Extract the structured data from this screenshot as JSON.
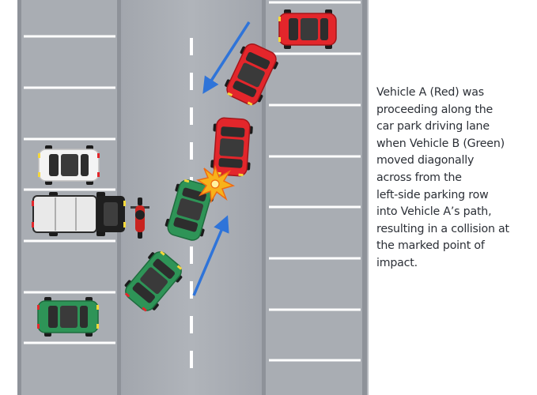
{
  "colors": {
    "vehicle_a": "#e3262b",
    "vehicle_b": "#2e9457",
    "parked_green": "#2e9457",
    "parked_red": "#e3262b",
    "parked_white": "#f4f4f4",
    "truck_white": "#e9e9e9",
    "motorcycle": "#c9231f",
    "asphalt": "#a9adb4",
    "arrow": "#2f74d9",
    "impact": "#f7b21b"
  },
  "icons": {
    "impact_marker": "collision-star-icon",
    "direction": "arrow-icon"
  },
  "caption": {
    "lines": [
      "Vehicle A (Red) was",
      "proceeding along the",
      "car park driving lane",
      "when Vehicle B (Green)",
      "moved diagonally",
      "across from the",
      "left-side parking row",
      "into Vehicle A’s path,",
      "resulting in a collision at",
      "the marked point of",
      "impact."
    ]
  }
}
